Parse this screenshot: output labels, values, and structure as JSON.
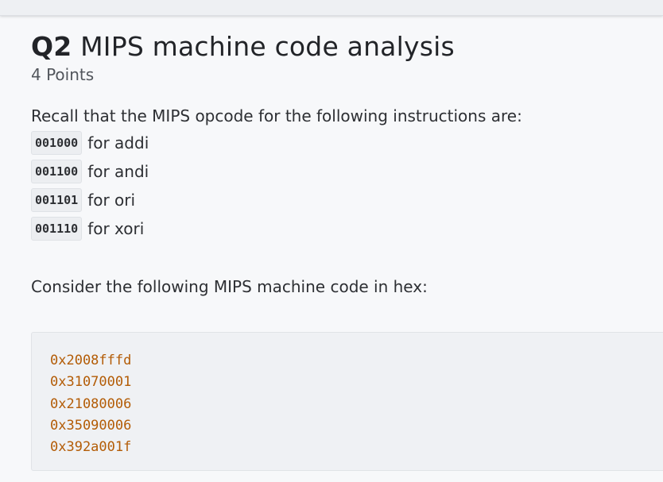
{
  "question": {
    "number": "Q2",
    "title": "MIPS machine code analysis",
    "points": "4 Points"
  },
  "intro": "Recall that the MIPS opcode for the following instructions are:",
  "opcodes": [
    {
      "code": "001000",
      "text": "for addi"
    },
    {
      "code": "001100",
      "text": "for andi"
    },
    {
      "code": "001101",
      "text": "for ori"
    },
    {
      "code": "001110",
      "text": "for xori"
    }
  ],
  "prompt": "Consider the following MIPS machine code in hex:",
  "machine_code": [
    "0x2008fffd",
    "0x31070001",
    "0x21080006",
    "0x35090006",
    "0x392a001f"
  ],
  "colors": {
    "hex_code": "#b35c06",
    "background": "#f7f8fa",
    "code_block_bg": "#eff1f4"
  }
}
